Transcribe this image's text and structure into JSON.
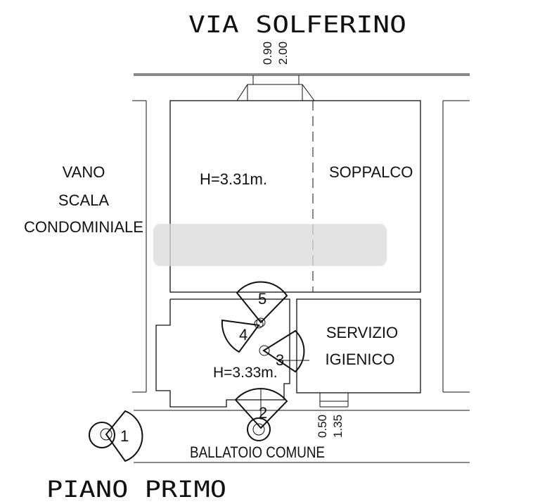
{
  "street": "VIA SOLFERINO",
  "stairwell": [
    "VANO",
    "SCALA",
    "CONDOMINIALE"
  ],
  "rooms": {
    "main_height": "H=3.31m.",
    "mezzanine": "SOPPALCO",
    "bathroom": [
      "SERVIZIO",
      "IGIENICO"
    ],
    "lower_height": "H=3.33m."
  },
  "dimensions": {
    "window_top": [
      "0.90",
      "2.00"
    ],
    "window_bottom": [
      "0.50",
      "1.35"
    ]
  },
  "balcony": "BALLATOIO COMUNE",
  "floor_label": "PIANO PRIMO",
  "photo_points": [
    "1",
    "2",
    "3",
    "4",
    "5"
  ]
}
